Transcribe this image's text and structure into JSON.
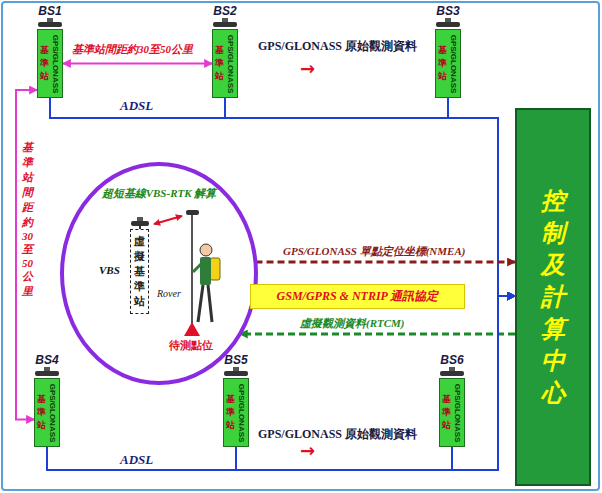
{
  "diagram": {
    "nodes": [
      {
        "text": [
          "BS1",
          "基準站",
          "GPS/GLONASS"
        ]
      },
      {
        "text": [
          "BS2",
          "基準站",
          "GPS/GLONASS"
        ]
      },
      {
        "text": [
          "BS3",
          "基準站",
          "GPS/GLONASS"
        ]
      },
      {
        "text": [
          "控制及計算中心"
        ]
      },
      {
        "text": [
          "超短基線VBS-RTK 解算"
        ]
      },
      {
        "text": [
          "VBS",
          "虛擬基準站"
        ],
        "in": 4
      },
      {
        "text": [
          "GSM/GPRS & NTRIP 通訊協定"
        ]
      },
      {
        "text": [
          "BS4",
          "基準站",
          "GPS/GLONASS"
        ]
      },
      {
        "text": [
          "BS5",
          "基準站",
          "GPS/GLONASS"
        ]
      },
      {
        "text": [
          "BS6",
          "基準站",
          "GPS/GLONASS"
        ]
      }
    ],
    "edges": [
      {
        "from": 0,
        "to": 1,
        "arrow": "both",
        "label": "基準站間距約30至50公里"
      },
      {
        "from": 0,
        "to": 7,
        "arrow": "both",
        "label": "基準站間距約30至50公里"
      },
      {
        "from": 0,
        "to": 3,
        "arrow": "to",
        "label": "ADSL"
      },
      {
        "from": 1,
        "to": 3,
        "arrow": "to"
      },
      {
        "from": 2,
        "to": 3,
        "arrow": "to"
      },
      {
        "from": 4,
        "to": 3,
        "arrow": "to",
        "label": "GPS/GLONASS 單點定位坐標(NMEA)"
      },
      {
        "from": 3,
        "to": 4,
        "arrow": "to",
        "label": "虛擬觀測資料(RTCM)"
      },
      {
        "from": 7,
        "to": 3,
        "arrow": "to",
        "label": "ADSL"
      },
      {
        "from": 8,
        "to": 3,
        "arrow": "to"
      },
      {
        "from": 9,
        "to": 3,
        "arrow": "to"
      }
    ],
    "labels": [
      "GPS/GLONASS 原始觀測資料",
      "→",
      "GPS/GLONASS 原始觀測資料",
      "→",
      "Rover",
      "待測點位"
    ]
  }
}
